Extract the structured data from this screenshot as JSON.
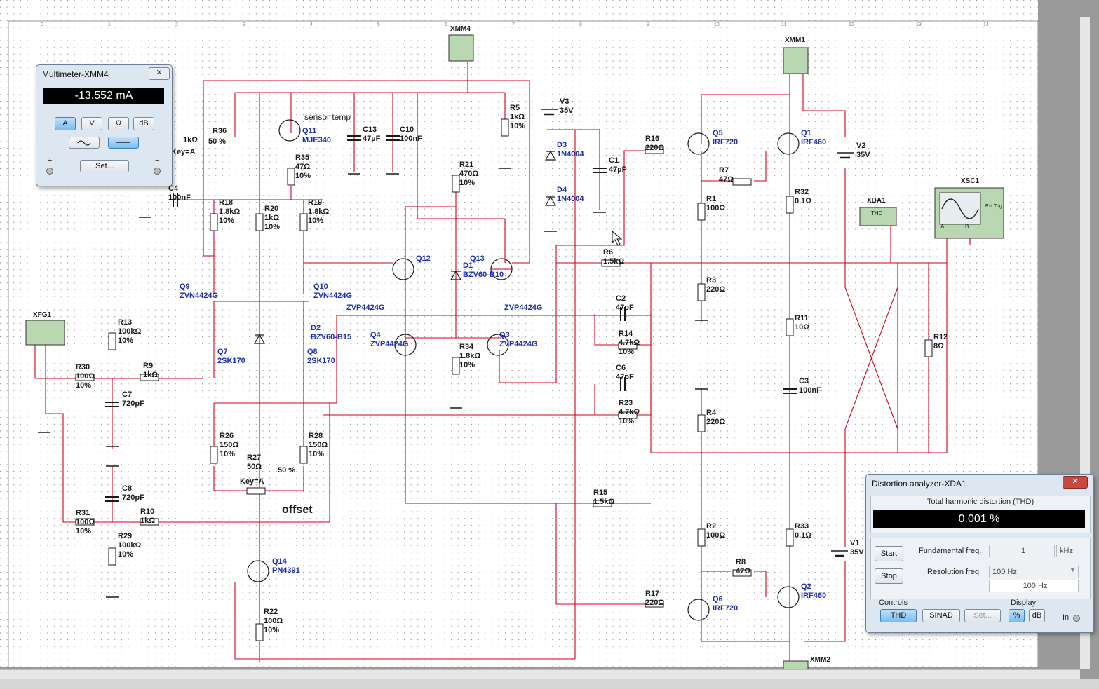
{
  "schematic": {
    "instruments": {
      "xmm4": "XMM4",
      "xmm1": "XMM1",
      "xmm2": "XMM2",
      "xda1": "XDA1",
      "xsc1": "XSC1",
      "xfg1": "XFG1",
      "thd_badge": "THD",
      "ext_trig": "Ext Trig",
      "ch_a": "A",
      "ch_b": "B"
    },
    "components": [
      {
        "id": "r36",
        "ref": "R36",
        "value": "1kΩ",
        "extra": "50 %"
      },
      {
        "id": "r36key",
        "ref": "",
        "value": "Key=A"
      },
      {
        "id": "q11",
        "ref": "Q11",
        "value": "MJE340"
      },
      {
        "id": "sensor",
        "ref": "",
        "value": "sensor temp"
      },
      {
        "id": "r35",
        "ref": "R35",
        "value": "47Ω",
        "tol": "10%"
      },
      {
        "id": "c13",
        "ref": "C13",
        "value": "47µF"
      },
      {
        "id": "c10",
        "ref": "C10",
        "value": "100nF"
      },
      {
        "id": "r21",
        "ref": "R21",
        "value": "470Ω",
        "tol": "10%"
      },
      {
        "id": "r5",
        "ref": "R5",
        "value": "1kΩ",
        "tol": "10%"
      },
      {
        "id": "v3",
        "ref": "V3",
        "value": "35V"
      },
      {
        "id": "d3",
        "ref": "D3",
        "value": "1N4004"
      },
      {
        "id": "d4",
        "ref": "D4",
        "value": "1N4004"
      },
      {
        "id": "c1",
        "ref": "C1",
        "value": "47µF"
      },
      {
        "id": "r16",
        "ref": "R16",
        "value": "220Ω"
      },
      {
        "id": "q5",
        "ref": "Q5",
        "value": "IRF720"
      },
      {
        "id": "q1",
        "ref": "Q1",
        "value": "IRF460"
      },
      {
        "id": "v2",
        "ref": "V2",
        "value": "35V"
      },
      {
        "id": "r7",
        "ref": "R7",
        "value": "47Ω"
      },
      {
        "id": "r1",
        "ref": "R1",
        "value": "100Ω"
      },
      {
        "id": "r32",
        "ref": "R32",
        "value": "0.1Ω"
      },
      {
        "id": "c4",
        "ref": "C4",
        "value": "100nF"
      },
      {
        "id": "r18",
        "ref": "R18",
        "value": "1.8kΩ",
        "tol": "10%"
      },
      {
        "id": "r20",
        "ref": "R20",
        "value": "1kΩ",
        "tol": "10%"
      },
      {
        "id": "r19",
        "ref": "R19",
        "value": "1.8kΩ",
        "tol": "10%"
      },
      {
        "id": "q12",
        "ref": "Q12",
        "value": ""
      },
      {
        "id": "q13",
        "ref": "Q13",
        "value": ""
      },
      {
        "id": "d1",
        "ref": "D1",
        "value": "BZV60-B10"
      },
      {
        "id": "r6",
        "ref": "R6",
        "value": "1.5kΩ"
      },
      {
        "id": "r3",
        "ref": "R3",
        "value": "220Ω"
      },
      {
        "id": "q9",
        "ref": "Q9",
        "value": "ZVN4424G"
      },
      {
        "id": "q10",
        "ref": "Q10",
        "value": "ZVN4424G"
      },
      {
        "id": "zvp1",
        "ref": "",
        "value": "ZVP4424G"
      },
      {
        "id": "zvp2",
        "ref": "",
        "value": "ZVP4424G"
      },
      {
        "id": "c2",
        "ref": "C2",
        "value": "47pF"
      },
      {
        "id": "r11",
        "ref": "R11",
        "value": "10Ω"
      },
      {
        "id": "r12",
        "ref": "R12",
        "value": "8Ω"
      },
      {
        "id": "r13",
        "ref": "R13",
        "value": "100kΩ",
        "tol": "10%"
      },
      {
        "id": "d2",
        "ref": "D2",
        "value": "BZV60-B15"
      },
      {
        "id": "q4",
        "ref": "Q4",
        "value": "ZVP4424G"
      },
      {
        "id": "q3",
        "ref": "Q3",
        "value": "ZVP4424G"
      },
      {
        "id": "r14",
        "ref": "R14",
        "value": "4.7kΩ",
        "tol": "10%"
      },
      {
        "id": "r34",
        "ref": "R34",
        "value": "1.8kΩ",
        "tol": "10%"
      },
      {
        "id": "q7",
        "ref": "Q7",
        "value": "2SK170"
      },
      {
        "id": "q8",
        "ref": "Q8",
        "value": "2SK170"
      },
      {
        "id": "r30",
        "ref": "R30",
        "value": "100Ω",
        "tol": "10%"
      },
      {
        "id": "r9",
        "ref": "R9",
        "value": "1kΩ"
      },
      {
        "id": "c7",
        "ref": "C7",
        "value": "720pF"
      },
      {
        "id": "c3",
        "ref": "C3",
        "value": "100nF"
      },
      {
        "id": "c6",
        "ref": "C6",
        "value": "47pF"
      },
      {
        "id": "r23",
        "ref": "R23",
        "value": "4.7kΩ",
        "tol": "10%"
      },
      {
        "id": "r4",
        "ref": "R4",
        "value": "220Ω"
      },
      {
        "id": "r26",
        "ref": "R26",
        "value": "150Ω",
        "tol": "10%"
      },
      {
        "id": "r27",
        "ref": "R27",
        "value": "50Ω",
        "extra": "50 %"
      },
      {
        "id": "r27key",
        "ref": "",
        "value": "Key=A"
      },
      {
        "id": "r28",
        "ref": "R28",
        "value": "150Ω",
        "tol": "10%"
      },
      {
        "id": "offset",
        "ref": "",
        "value": "offset"
      },
      {
        "id": "c8",
        "ref": "C8",
        "value": "720pF"
      },
      {
        "id": "r31",
        "ref": "R31",
        "value": "100Ω",
        "tol": "10%"
      },
      {
        "id": "r10",
        "ref": "R10",
        "value": "1kΩ"
      },
      {
        "id": "r29",
        "ref": "R29",
        "value": "100kΩ",
        "tol": "10%"
      },
      {
        "id": "r15",
        "ref": "R15",
        "value": "1.5kΩ"
      },
      {
        "id": "r2",
        "ref": "R2",
        "value": "100Ω"
      },
      {
        "id": "r33",
        "ref": "R33",
        "value": "0.1Ω"
      },
      {
        "id": "v1",
        "ref": "V1",
        "value": "35V"
      },
      {
        "id": "r8",
        "ref": "R8",
        "value": "47Ω"
      },
      {
        "id": "q14",
        "ref": "Q14",
        "value": "PN4391"
      },
      {
        "id": "r22",
        "ref": "R22",
        "value": "100Ω",
        "tol": "10%"
      },
      {
        "id": "r17",
        "ref": "R17",
        "value": "220Ω"
      },
      {
        "id": "q6",
        "ref": "Q6",
        "value": "IRF720"
      },
      {
        "id": "q2",
        "ref": "Q2",
        "value": "IRF460"
      }
    ]
  },
  "multimeter": {
    "title": "Multimeter-XMM4",
    "reading": "-13.552 mA",
    "buttons": [
      "A",
      "V",
      "Ω",
      "dB"
    ],
    "plus": "+",
    "minus": "−",
    "set_label": "Set...",
    "close": "✕"
  },
  "distortion": {
    "title": "Distortion analyzer-XDA1",
    "section_title": "Total harmonic distortion (THD)",
    "reading": "0.001 %",
    "start_label": "Start",
    "stop_label": "Stop",
    "fundamental_label": "Fundamental freq.",
    "fundamental_value": "1",
    "fundamental_unit": "kHz",
    "resolution_label": "Resolution freq.",
    "resolution_value": "100 Hz",
    "resolution_readout": "100 Hz",
    "controls_label": "Controls",
    "display_label": "Display",
    "thd_btn": "THD",
    "sinad_btn": "SINAD",
    "set_btn": "Set...",
    "pct_btn": "%",
    "db_btn": "dB",
    "in_label": "In",
    "close": "✕"
  },
  "colors": {
    "wire": "#d0021b",
    "component": "#1a1a1a",
    "label_blue": "#1a2fb0",
    "sheet": "#ffffff"
  }
}
